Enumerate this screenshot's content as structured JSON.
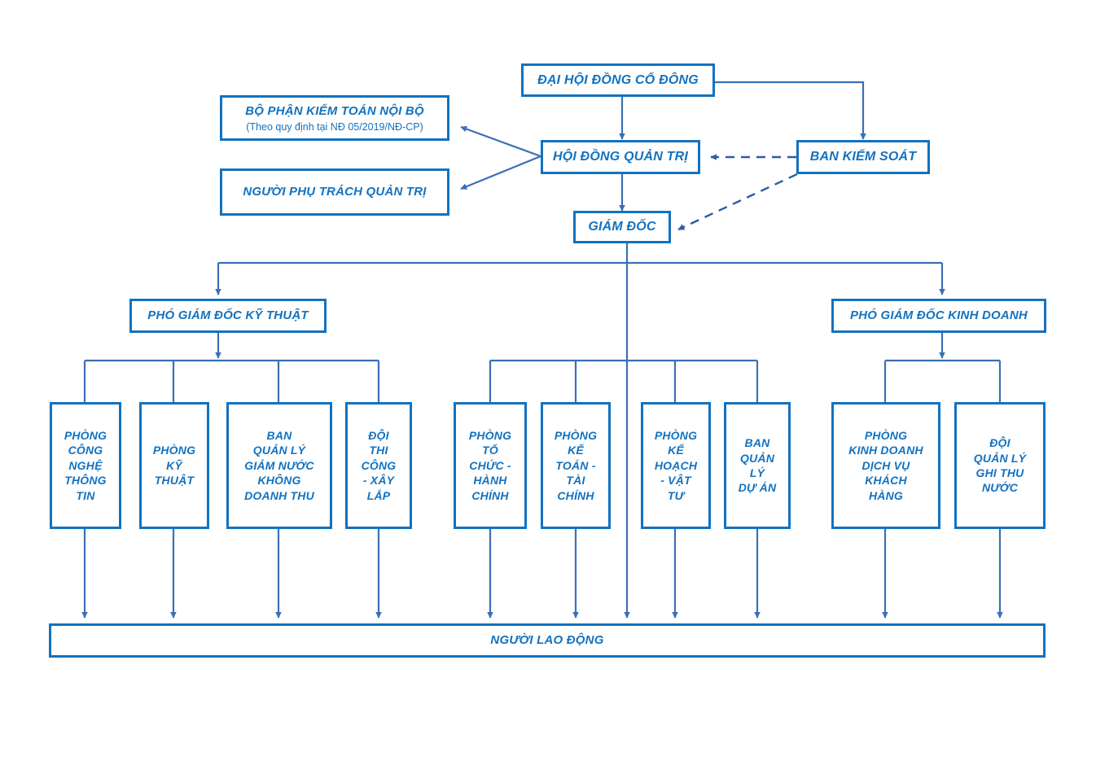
{
  "diagram": {
    "title_lang": "vi",
    "colors": {
      "stroke": "#1272C0",
      "solid_connector": "#3B6FB6",
      "dashed_connector": "#2F5AA8",
      "background": "#FFFFFF",
      "text": "#1272C0"
    },
    "nodes": {
      "general_meeting": {
        "label": "ĐẠI HỘI ĐỒNG CỔ ĐÔNG"
      },
      "board_of_directors": {
        "label": "HỘI ĐỒNG QUẢN TRỊ"
      },
      "supervisory_board": {
        "label": "BAN KIỂM SOÁT"
      },
      "internal_audit": {
        "label": "BỘ PHẬN KIỂM TOÁN NỘI BỘ",
        "note": "(Theo quy định tại NĐ 05/2019/NĐ-CP)"
      },
      "governance_officer": {
        "label": "NGƯỜI PHỤ TRÁCH QUẢN TRỊ"
      },
      "director": {
        "label": "GIÁM ĐỐC"
      },
      "deputy_technical": {
        "label": "PHÓ GIÁM ĐỐC KỸ THUẬT"
      },
      "deputy_business": {
        "label": "PHÓ GIÁM ĐỐC KINH DOANH"
      },
      "employees": {
        "label": "NGƯỜI LAO ĐỘNG"
      }
    },
    "departments": {
      "technical_group": [
        {
          "id": "it-dept",
          "lines": [
            "PHÒNG",
            "CÔNG",
            "NGHỆ",
            "THÔNG",
            "TIN"
          ]
        },
        {
          "id": "engineering-dept",
          "lines": [
            "PHÒNG",
            "KỸ",
            "THUẬT"
          ]
        },
        {
          "id": "nrw-management-board",
          "lines": [
            "BAN",
            "QUẢN LÝ",
            "GIẢM NƯỚC",
            "KHÔNG",
            "DOANH THU"
          ]
        },
        {
          "id": "construction-team",
          "lines": [
            "ĐỘI",
            "THI",
            "CÔNG",
            "-  XÂY",
            "LẮP"
          ]
        }
      ],
      "central_group": [
        {
          "id": "organization-admin-dept",
          "lines": [
            "PHÒNG",
            "TỔ",
            "CHỨC -",
            "HÀNH",
            "CHÍNH"
          ]
        },
        {
          "id": "accounting-finance-dept",
          "lines": [
            "PHÒNG",
            "KẾ",
            "TOÁN -",
            "TÀI",
            "CHÍNH"
          ]
        },
        {
          "id": "planning-materials-dept",
          "lines": [
            "PHÒNG",
            "KẾ",
            "HOẠCH",
            "- VẬT",
            "TƯ"
          ]
        },
        {
          "id": "project-management-board",
          "lines": [
            "BAN",
            "QUẢN",
            "LÝ",
            "DỰ ÁN"
          ]
        }
      ],
      "business_group": [
        {
          "id": "customer-service-sales-dept",
          "lines": [
            "PHÒNG",
            "KINH DOANH",
            "DỊCH VỤ",
            "KHÁCH",
            "HÀNG"
          ]
        },
        {
          "id": "water-meter-reading-team",
          "lines": [
            "ĐỘI",
            "QUẢN LÝ",
            "GHI THU",
            "NƯỚC"
          ]
        }
      ]
    },
    "edges": [
      {
        "from": "general_meeting",
        "to": "board_of_directors",
        "style": "solid",
        "arrow": true
      },
      {
        "from": "general_meeting",
        "to": "supervisory_board",
        "style": "solid",
        "arrow": true
      },
      {
        "from": "board_of_directors",
        "to": "internal_audit",
        "style": "solid",
        "arrow": true
      },
      {
        "from": "board_of_directors",
        "to": "governance_officer",
        "style": "solid",
        "arrow": true
      },
      {
        "from": "board_of_directors",
        "to": "director",
        "style": "solid",
        "arrow": true
      },
      {
        "from": "supervisory_board",
        "to": "board_of_directors",
        "style": "dashed",
        "arrow": true
      },
      {
        "from": "supervisory_board",
        "to": "director",
        "style": "dashed",
        "arrow": true
      },
      {
        "from": "director",
        "to": "deputy_technical",
        "style": "solid",
        "arrow": true
      },
      {
        "from": "director",
        "to": "deputy_business",
        "style": "solid",
        "arrow": true
      },
      {
        "from": "director",
        "to": "central_group",
        "style": "solid",
        "arrow": true
      },
      {
        "from": "deputy_technical",
        "to": "technical_group",
        "style": "solid",
        "arrow": true
      },
      {
        "from": "deputy_business",
        "to": "business_group",
        "style": "solid",
        "arrow": true
      },
      {
        "from": "all_departments",
        "to": "employees",
        "style": "solid",
        "arrow": true
      },
      {
        "from": "director",
        "to": "employees",
        "style": "solid",
        "arrow": true
      }
    ]
  }
}
